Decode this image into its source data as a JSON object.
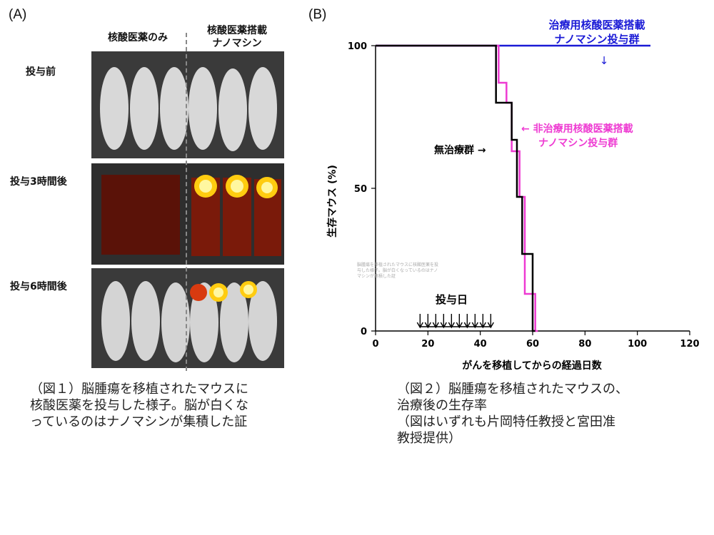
{
  "panel_a": {
    "label": "(A)",
    "col_left": "核酸医薬のみ",
    "col_right_line1": "核酸医薬搭載",
    "col_right_line2": "ナノマシン",
    "rows": [
      "投与前",
      "投与3時間後",
      "投与6時間後"
    ],
    "caption_lines": [
      "（図１）脳腫瘍を移植されたマウスに",
      "核酸医薬を投与した様子。脳が白くな",
      "っているのはナノマシンが集積した証"
    ]
  },
  "panel_b": {
    "label": "(B)",
    "caption_lines": [
      "（図２）脳腫瘍を移植されたマウスの、",
      "治療後の生存率",
      "（図はいずれも片岡特任教授と宮田准",
      "教授提供）"
    ],
    "legend_blue_line1": "治療用核酸医薬搭載",
    "legend_blue_line2": "ナノマシン投与群",
    "legend_blue_arrow": "↓",
    "legend_pink_line1": "← 非治療用核酸医薬搭載",
    "legend_pink_line2": "ナノマシン投与群",
    "legend_black": "無治療群 →",
    "dose_label": "投与日",
    "small_note_lines": [
      "脳腫瘍を移植されたマウスに核酸医薬を投",
      "与した様子。脳が白くなっているのはナノ",
      "マシンが集積した証"
    ]
  },
  "colors": {
    "blue": "#1a1ad6",
    "pink": "#ee3bd2",
    "black": "#000000"
  },
  "chart_data": {
    "type": "line",
    "step": true,
    "xlabel": "がんを移植してからの経過日数",
    "ylabel": "生存マウス (%)",
    "xlim": [
      0,
      120
    ],
    "ylim": [
      0,
      100
    ],
    "xticks": [
      0,
      20,
      40,
      60,
      80,
      100,
      120
    ],
    "yticks": [
      0,
      50,
      100
    ],
    "dose_days": [
      17,
      20,
      23,
      26,
      29,
      32,
      35,
      38,
      41,
      44
    ],
    "series": [
      {
        "name": "治療用核酸医薬搭載ナノマシン投与群",
        "color": "#1a1ad6",
        "x": [
          0,
          105
        ],
        "y": [
          100,
          100
        ]
      },
      {
        "name": "非治療用核酸医薬搭載ナノマシン投与群",
        "color": "#ee3bd2",
        "x": [
          0,
          47,
          50,
          52,
          55,
          57,
          61,
          62
        ],
        "y": [
          100,
          87,
          80,
          63,
          47,
          13,
          0,
          0
        ]
      },
      {
        "name": "無治療群",
        "color": "#000000",
        "x": [
          0,
          46,
          49,
          52,
          54,
          56,
          60,
          61
        ],
        "y": [
          100,
          80,
          80,
          67,
          47,
          27,
          0,
          0
        ]
      }
    ]
  }
}
